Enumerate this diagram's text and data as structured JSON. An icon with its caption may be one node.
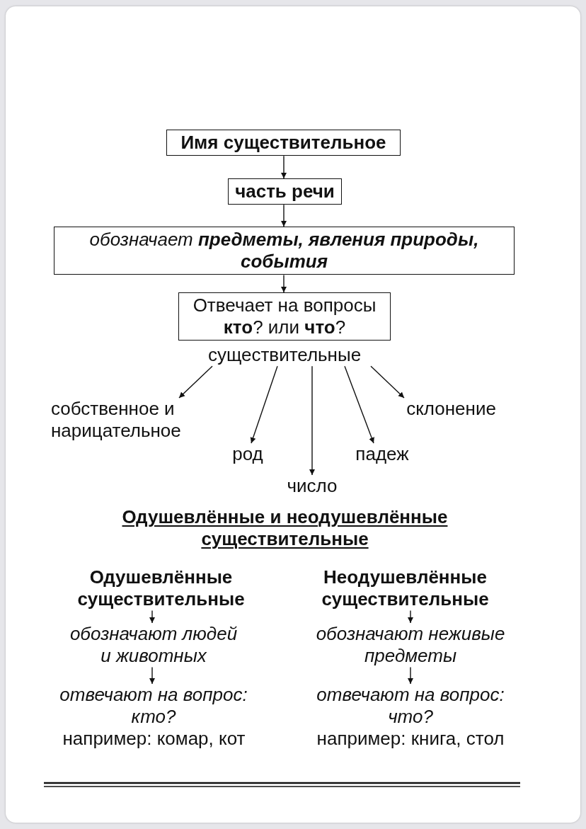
{
  "diagram": {
    "nodes": [
      {
        "text": [
          "Имя существительное"
        ]
      },
      {
        "text": [
          "часть речи"
        ]
      },
      {
        "text": [
          "обозначает **предметы, явления природы, события**"
        ]
      },
      {
        "text": [
          "Отвечает на вопросы **кто**? или **что**?"
        ]
      },
      {
        "text": [
          "существительные"
        ]
      },
      {
        "text": [
          "собственное и нарицательное"
        ]
      },
      {
        "text": [
          "род"
        ]
      },
      {
        "text": [
          "число"
        ]
      },
      {
        "text": [
          "падеж"
        ]
      },
      {
        "text": [
          "склонение"
        ]
      },
      {
        "text": [
          "Одушевлённые существительные"
        ]
      },
      {
        "text": [
          "обозначают людей и животных"
        ]
      },
      {
        "text": [
          "отвечают на вопрос: кто?"
        ]
      },
      {
        "text": [
          "Неодушевлённые существительные"
        ]
      },
      {
        "text": [
          "обозначают неживые предметы"
        ]
      },
      {
        "text": [
          "отвечают на вопрос: что?"
        ]
      }
    ],
    "edges": [
      {
        "from": 0,
        "to": 1,
        "arrow": "to"
      },
      {
        "from": 1,
        "to": 2,
        "arrow": "to"
      },
      {
        "from": 2,
        "to": 3,
        "arrow": "to"
      },
      {
        "from": 4,
        "to": 5,
        "arrow": "to"
      },
      {
        "from": 4,
        "to": 6,
        "arrow": "to"
      },
      {
        "from": 4,
        "to": 7,
        "arrow": "to"
      },
      {
        "from": 4,
        "to": 8,
        "arrow": "to"
      },
      {
        "from": 4,
        "to": 9,
        "arrow": "to"
      },
      {
        "from": 10,
        "to": 11,
        "arrow": "to"
      },
      {
        "from": 11,
        "to": 12,
        "arrow": "to"
      },
      {
        "from": 13,
        "to": 14,
        "arrow": "to"
      },
      {
        "from": 14,
        "to": 15,
        "arrow": "to"
      }
    ],
    "labels": [
      "Одушевлённые и неодушевлённые существительные",
      "например: комар, кот",
      "например: книга, стол"
    ]
  }
}
